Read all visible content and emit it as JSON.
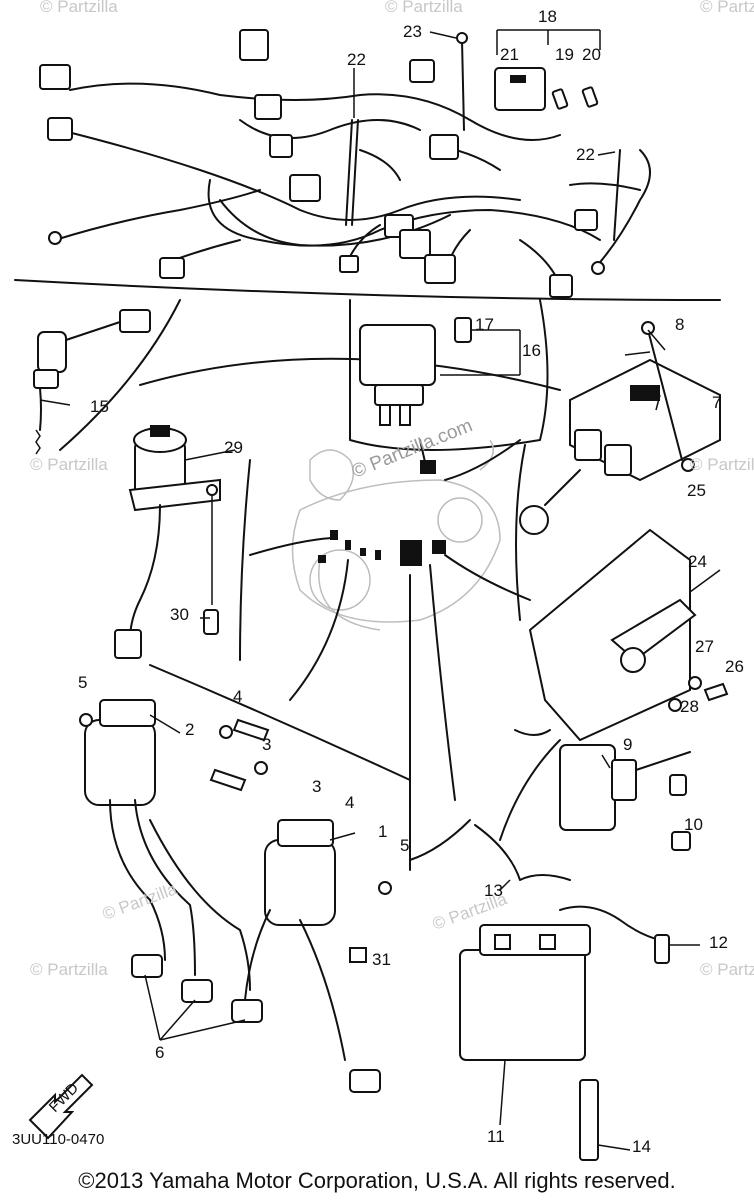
{
  "diagram": {
    "callouts": [
      "1",
      "2",
      "3",
      "3",
      "4",
      "4",
      "5",
      "5",
      "6",
      "7",
      "8",
      "9",
      "10",
      "11",
      "12",
      "13",
      "14",
      "15",
      "16",
      "17",
      "18",
      "19",
      "20",
      "21",
      "22",
      "22",
      "23",
      "24",
      "25",
      "26",
      "27",
      "28",
      "29",
      "30",
      "31"
    ],
    "watermark": "© Partzilla",
    "watermark_center": "© Partzilla.com",
    "fwd_label": "FWD",
    "drawing_code": "3UU110-0470"
  },
  "footer": {
    "copyright": "©2013 Yamaha Motor Corporation, U.S.A. All rights reserved."
  }
}
